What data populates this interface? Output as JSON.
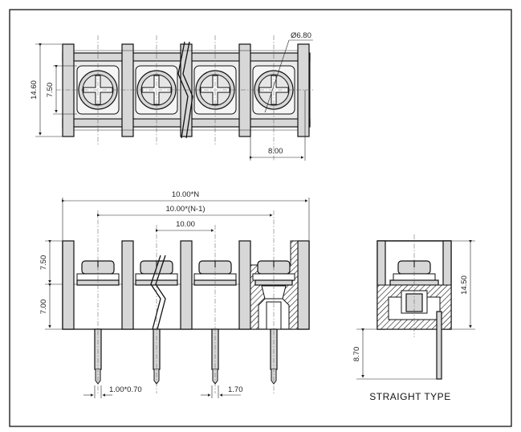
{
  "dimensions": {
    "screw_diameter": "Ø6.80",
    "pitch_top": "8.00",
    "body_width": "14.60",
    "screw_window": "7.50",
    "overall_length": "10.00*N",
    "span_n_minus_1": "10.00*(N-1)",
    "pitch_front": "10.00",
    "height_upper": "7.50",
    "height_lower": "7.00",
    "pin_size": "1.00*0.70",
    "pin_spacing": "1.70",
    "side_height": "14.50",
    "pin_length": "8.70"
  },
  "caption": "STRAIGHT TYPE",
  "colors": {
    "body_fill": "#d7d7d7",
    "line": "#111111"
  }
}
